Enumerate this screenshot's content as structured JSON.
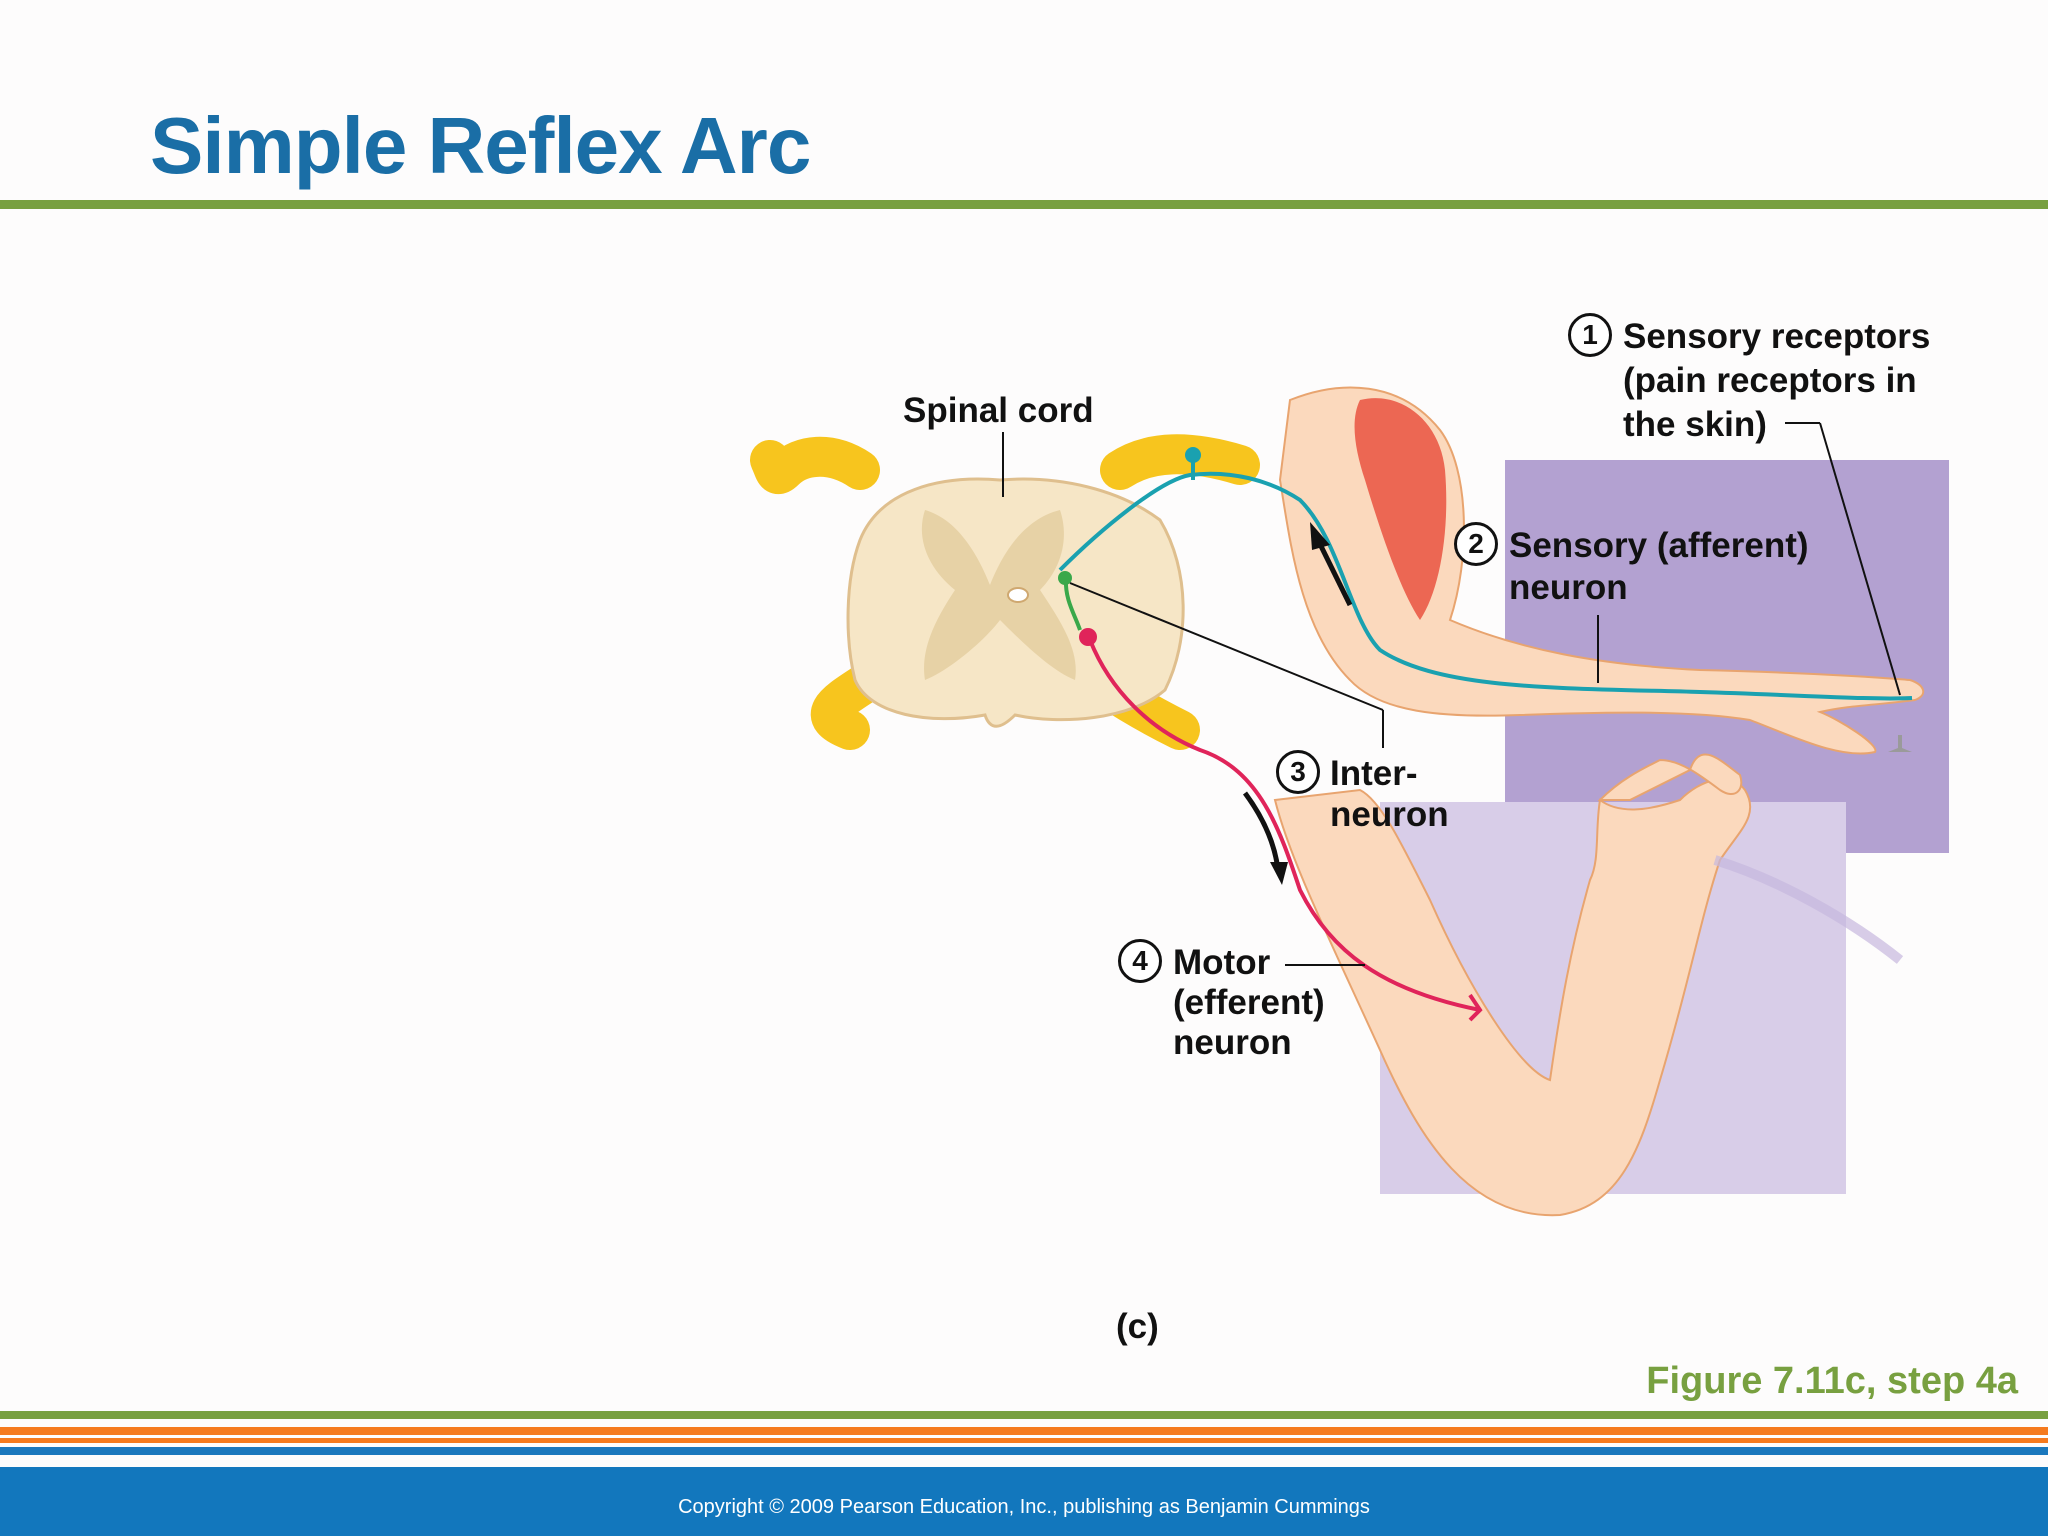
{
  "slide": {
    "title": "Simple Reflex Arc",
    "figure_ref": "Figure 7.11c, step 4a",
    "copyright": "Copyright © 2009 Pearson Education, Inc., publishing as Benjamin Cummings",
    "panel_label": "(c)"
  },
  "labels": {
    "spinal_cord": "Spinal cord",
    "step1_num": "1",
    "step1_line1": "Sensory receptors",
    "step1_line2": "(pain receptors in",
    "step1_line3": "the skin)",
    "step2_num": "2",
    "step2_line1": "Sensory (afferent)",
    "step2_line2": "neuron",
    "step3_num": "3",
    "step3_line1": "Inter-",
    "step3_line2": "neuron",
    "step4_num": "4",
    "step4_line1": "Motor",
    "step4_line2": "(efferent)",
    "step4_line3": "neuron"
  },
  "colors": {
    "title_blue": "#1a6ea6",
    "accent_green": "#78a040",
    "accent_orange": "#f57a1e",
    "footer_blue": "#1277bd",
    "sensory_neuron": "#1aa1b0",
    "interneuron": "#3aa84a",
    "motor_neuron": "#e0245a",
    "nerve_yellow": "#f7c51e",
    "skin": "#fbd9bd",
    "panel_purple_dark": "#b3a1d1",
    "panel_purple_light": "#d8cde8"
  }
}
